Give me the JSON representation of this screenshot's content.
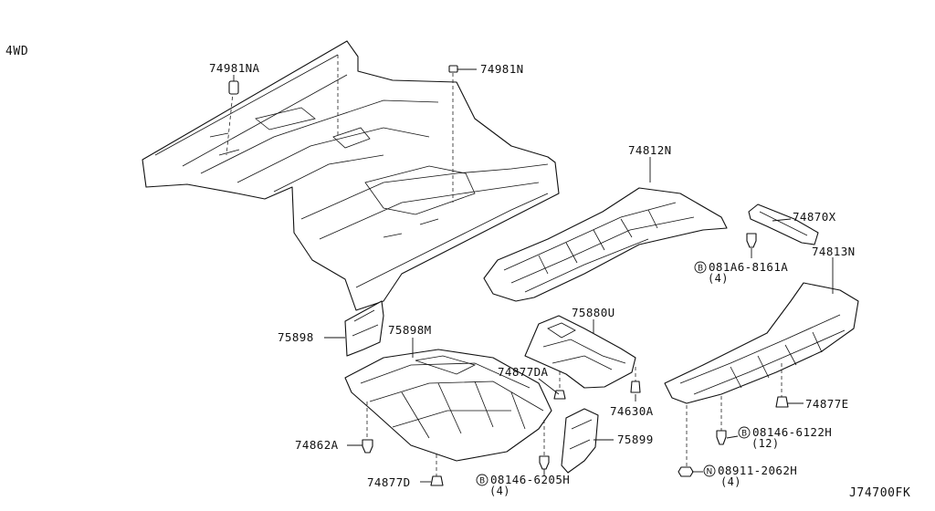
{
  "variant": "4WD",
  "reference": "J74700FK",
  "callouts": {
    "p74981NA": "74981NA",
    "p74981N": "74981N",
    "p74812N": "74812N",
    "p74870X": "74870X",
    "p74813N": "74813N",
    "p75898": "75898",
    "p75898M": "75898M",
    "p75880U": "75880U",
    "p74877DA": "74877DA",
    "p74630A": "74630A",
    "p74877E": "74877E",
    "p74862A": "74862A",
    "p75899": "75899",
    "p74877D": "74877D"
  },
  "fasteners": {
    "b081A6": {
      "symbol": "B",
      "part": "081A6-8161A",
      "qty": "(4)"
    },
    "b08146_6122": {
      "symbol": "B",
      "part": "08146-6122H",
      "qty": "(12)"
    },
    "n08911": {
      "symbol": "N",
      "part": "08911-2062H",
      "qty": "(4)"
    },
    "b08146_6205": {
      "symbol": "B",
      "part": "08146-6205H",
      "qty": "(4)"
    }
  }
}
